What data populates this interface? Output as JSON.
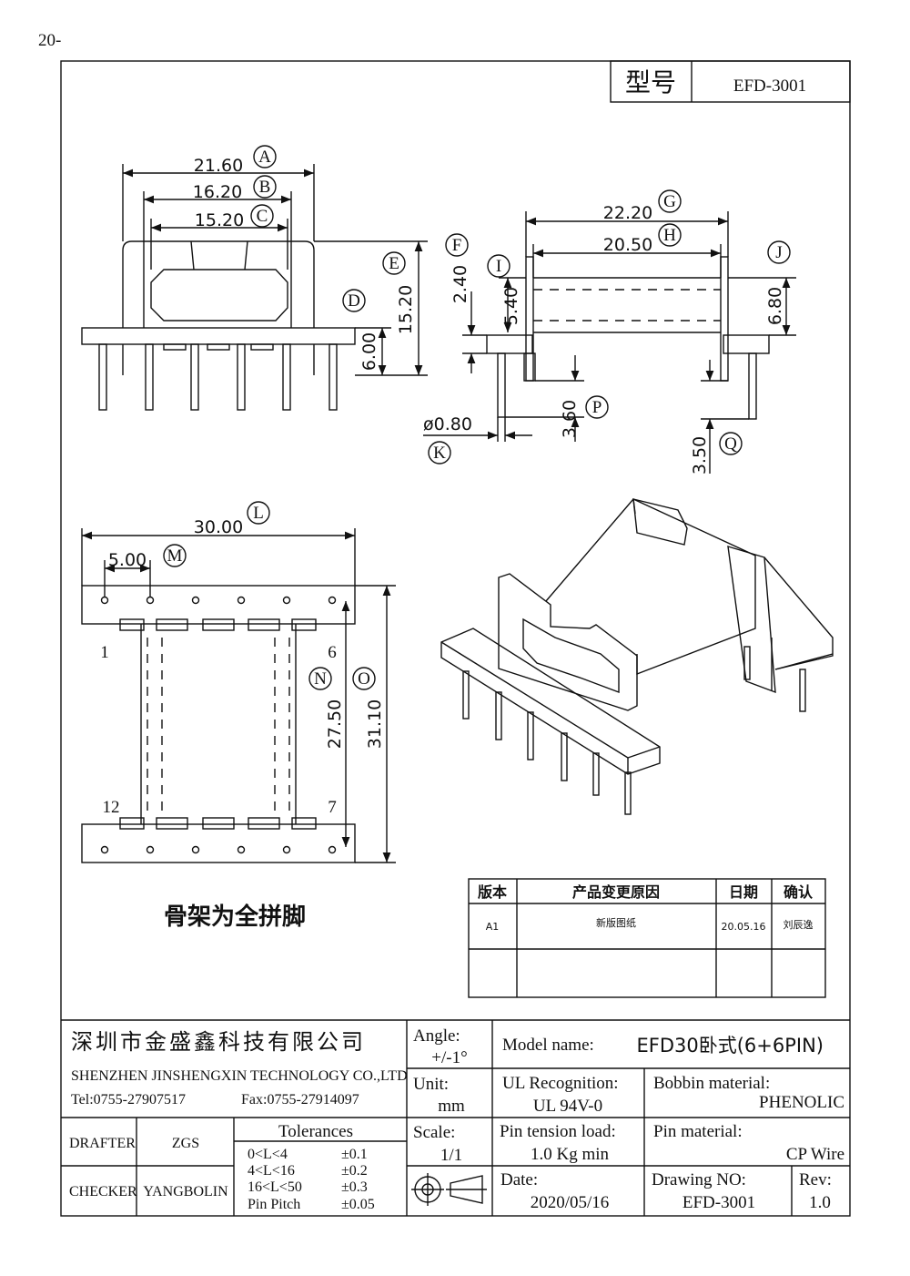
{
  "page_number": "20-",
  "model_box": {
    "label": "型号",
    "value": "EFD-3001"
  },
  "dims": {
    "a": "21.60",
    "b": "16.20",
    "c": "15.20",
    "d": "6.00",
    "e": "15.20",
    "f": "2.40",
    "g": "22.20",
    "h": "20.50",
    "i": "5.40",
    "j": "6.80",
    "k": "ø0.80",
    "p": "3.60",
    "q": "3.50",
    "l": "30.00",
    "m": "5.00",
    "n": "27.50",
    "o": "31.10"
  },
  "markers": {
    "a": "A",
    "b": "B",
    "c": "C",
    "d": "D",
    "e": "E",
    "f": "F",
    "g": "G",
    "h": "H",
    "i": "I",
    "j": "J",
    "k": "K",
    "l": "L",
    "m": "M",
    "n": "N",
    "o": "O",
    "p": "P",
    "q": "Q"
  },
  "pins": {
    "p1": "1",
    "p6": "6",
    "p12": "12",
    "p7": "7"
  },
  "bobbin_note": "骨架为全拼脚",
  "revision_table": {
    "headers": [
      "版本",
      "产品变更原因",
      "日期",
      "确认"
    ],
    "rows": [
      {
        "version": "A1",
        "reason": "新版图纸",
        "date": "20.05.16",
        "confirm": "刘辰逸"
      }
    ]
  },
  "title_block": {
    "company_cn": "深圳市金盛鑫科技有限公司",
    "company_en": "SHENZHEN JINSHENGXIN TECHNOLOGY CO.,LTD",
    "tel": "Tel:0755-27907517",
    "fax": "Fax:0755-27914097",
    "angle_label": "Angle:",
    "angle_value": "+/-1°",
    "unit_label": "Unit:",
    "unit_value": "mm",
    "scale_label": "Scale:",
    "scale_value": "1/1",
    "model_name_label": "Model name:",
    "model_name_value": "EFD30卧式(6+6PIN)",
    "ul_label": "UL Recognition:",
    "ul_value": "UL 94V-0",
    "bobbin_material_label": "Bobbin material:",
    "bobbin_material_value": "PHENOLIC",
    "pin_tension_label": "Pin tension load:",
    "pin_tension_value": "1.0 Kg min",
    "pin_material_label": "Pin material:",
    "pin_material_value": "CP Wire",
    "date_label": "Date:",
    "date_value": "2020/05/16",
    "drawing_no_label": "Drawing NO:",
    "drawing_no_value": "EFD-3001",
    "rev_label": "Rev:",
    "rev_value": "1.0",
    "drafter_label": "DRAFTER",
    "drafter_value": "ZGS",
    "checker_label": "CHECKER",
    "checker_value": "YANGBOLIN",
    "tolerances_title": "Tolerances",
    "tolerances": [
      {
        "range": "0<L<4",
        "value": "±0.1"
      },
      {
        "range": "4<L<16",
        "value": "±0.2"
      },
      {
        "range": "16<L<50",
        "value": "±0.3"
      },
      {
        "range": "Pin Pitch",
        "value": "±0.05"
      }
    ]
  }
}
